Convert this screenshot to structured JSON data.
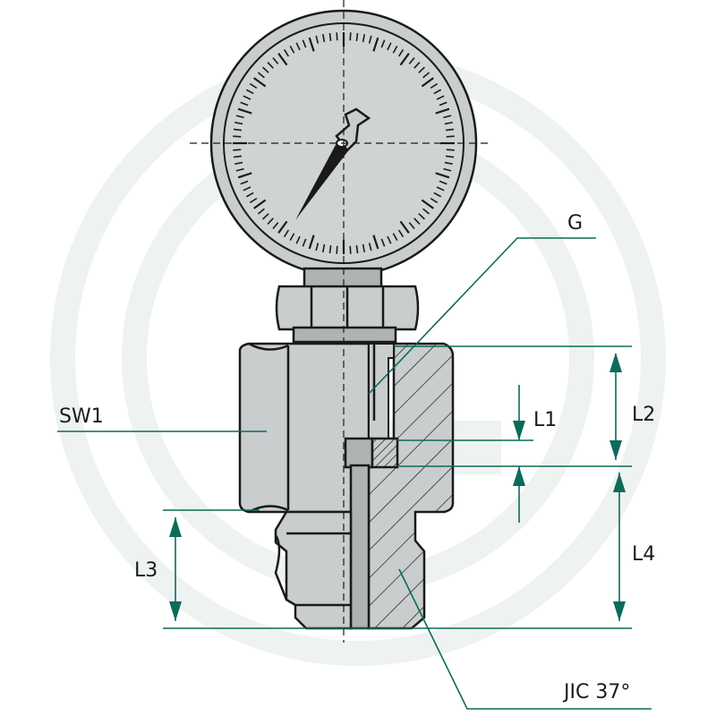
{
  "labels": {
    "G": "G",
    "SW1": "SW1",
    "L1": "L1",
    "L2": "L2",
    "L3": "L3",
    "L4": "L4",
    "JIC": "JIC 37°"
  },
  "colors": {
    "dimension": "#0c6b5a",
    "steel": "#c9cdcd",
    "outline": "#1a1a1a",
    "watermark": "#eef2f1"
  }
}
